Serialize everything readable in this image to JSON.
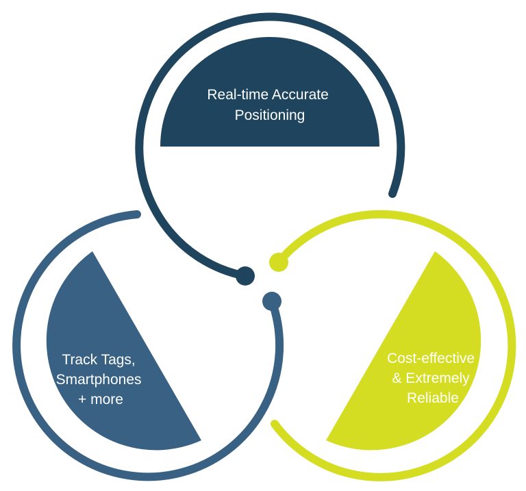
{
  "diagram": {
    "type": "three-circle-features",
    "colors": {
      "navy": "#1e445e",
      "blue": "#386184",
      "lime": "#d5dd22",
      "text": "#ffffff",
      "background": "#ffffff"
    },
    "nodes": [
      {
        "id": "top",
        "color": "#1e445e",
        "lines": [
          "Real-time Accurate",
          "Positioning"
        ]
      },
      {
        "id": "left",
        "color": "#386184",
        "lines": [
          "Track Tags,",
          "Smartphones",
          "+ more"
        ]
      },
      {
        "id": "right",
        "color": "#d5dd22",
        "lines": [
          "Cost-effective",
          "& Extremely",
          "Reliable"
        ]
      }
    ]
  }
}
